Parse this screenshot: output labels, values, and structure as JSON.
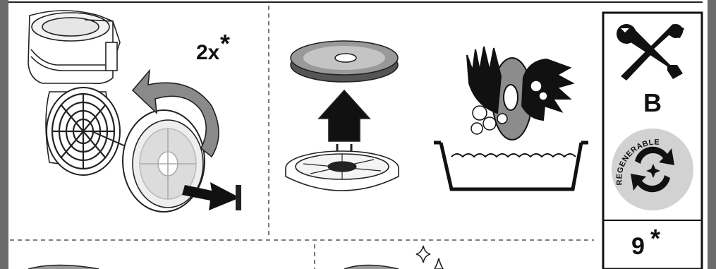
{
  "panels": {
    "removal": {
      "quantity_label": "2x",
      "asterisk": "*"
    },
    "info_box": {
      "class_letter": "B",
      "regenerable_text": "REGENERABLE",
      "cycle_count": "9",
      "asterisk": "*"
    }
  },
  "icons": [
    "tools-icon",
    "regenerable-cycle-icon",
    "filter-removal-illustration",
    "filter-separate-illustration",
    "hand-wash-illustration"
  ]
}
